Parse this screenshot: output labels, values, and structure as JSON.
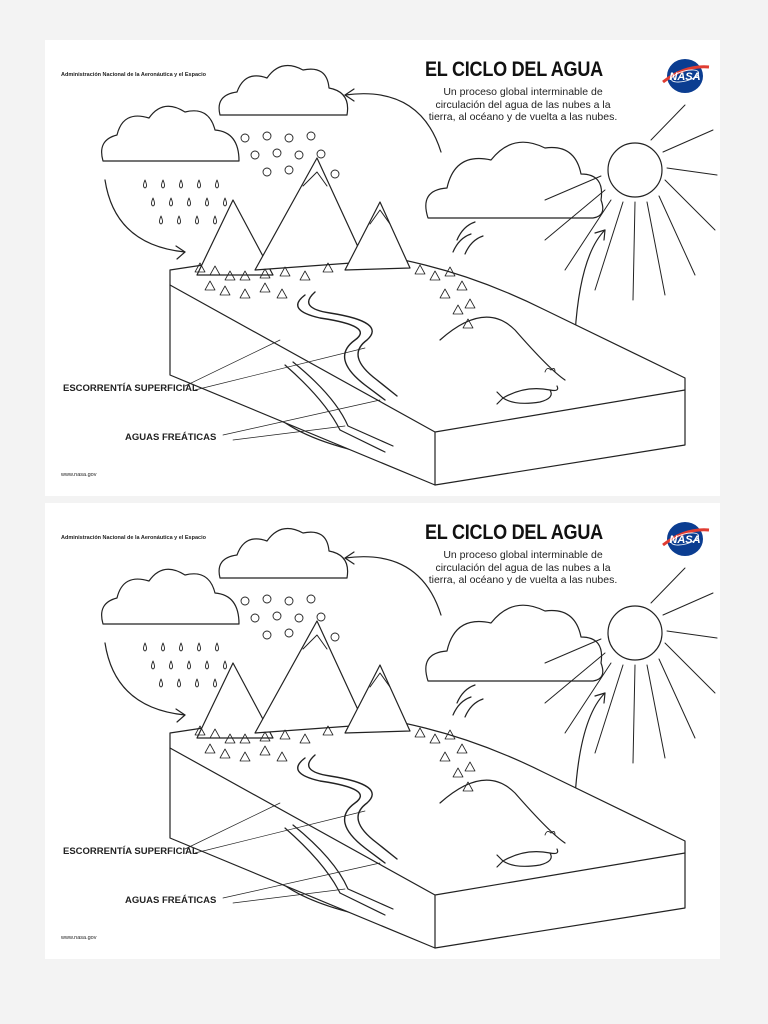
{
  "poster": {
    "agency": "Administración Nacional de la Aeronáutica y el Espacio",
    "title": "EL CICLO DEL AGUA",
    "description": "Un proceso global interminable de circulación del agua de las nubes a la tierra, al océano y de vuelta a las nubes.",
    "logo_text": "NASA",
    "label_runoff": "ESCORRENTÍA SUPERFICIAL",
    "label_groundwater": "AGUAS FREÁTICAS",
    "url": "www.nasa.gov"
  },
  "colors": {
    "ink": "#222222",
    "paper": "#ffffff",
    "nasa_blue": "#0b3d91",
    "nasa_red": "#e03c31"
  }
}
